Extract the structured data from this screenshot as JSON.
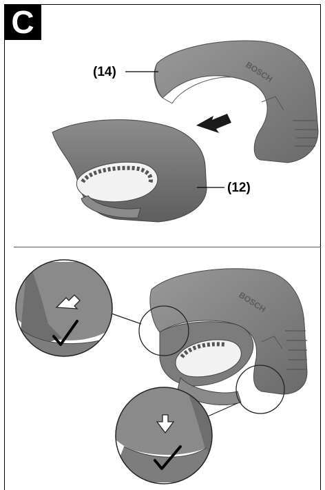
{
  "figure": {
    "letter": "C",
    "brand_marking": "BOSCH",
    "callouts": [
      {
        "id": "guard-tilt",
        "text": "(14)"
      },
      {
        "id": "guard-base",
        "text": "(12)"
      }
    ],
    "colors": {
      "guard_dark": "#6e6e6e",
      "guard_mid": "#8a8a8a",
      "guard_light": "#a9a9a9",
      "arrow": "#1a1a1a"
    }
  }
}
